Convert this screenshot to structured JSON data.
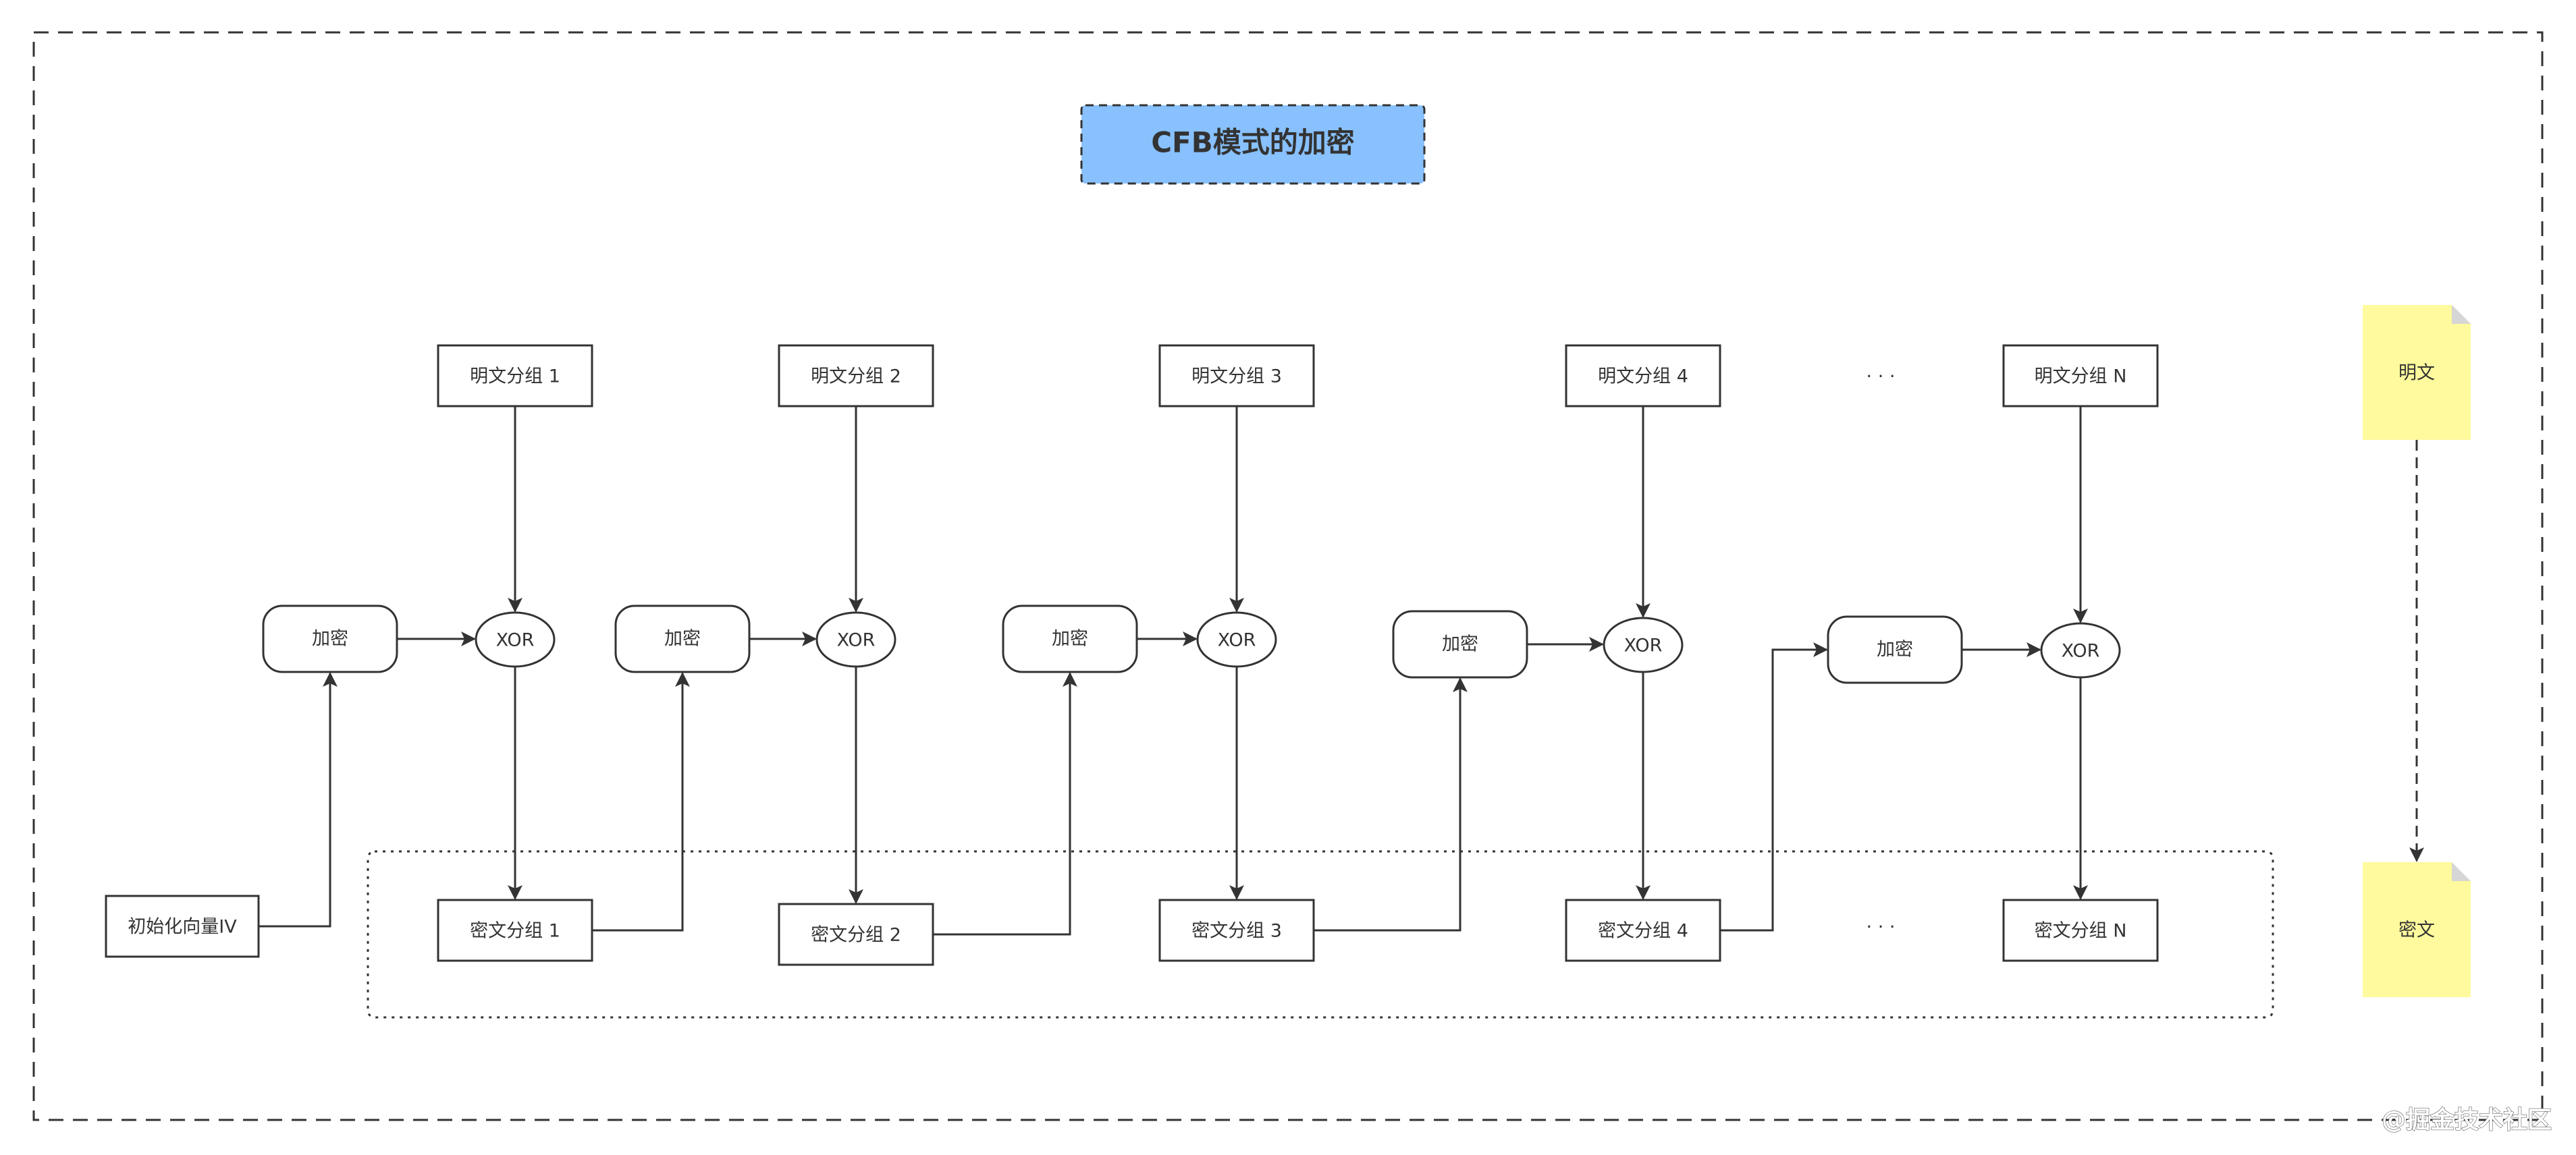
{
  "title": "CFB模式的加密",
  "plaintext_blocks": [
    "明文分组 1",
    "明文分组 2",
    "明文分组 3",
    "明文分组 4",
    "明文分组 N"
  ],
  "ciphertext_blocks": [
    "密文分组 1",
    "密文分组 2",
    "密文分组 3",
    "密文分组 4",
    "密文分组 N"
  ],
  "encrypt_label": "加密",
  "xor_label": "XOR",
  "iv_label": "初始化向量IV",
  "ellipsis": "· · ·",
  "legend": {
    "plaintext": "明文",
    "ciphertext": "密文"
  },
  "watermark": "@掘金技术社区",
  "colors": {
    "title_fill": "#88c1fd",
    "note_fill": "#fefa9d",
    "stroke": "#333333"
  }
}
